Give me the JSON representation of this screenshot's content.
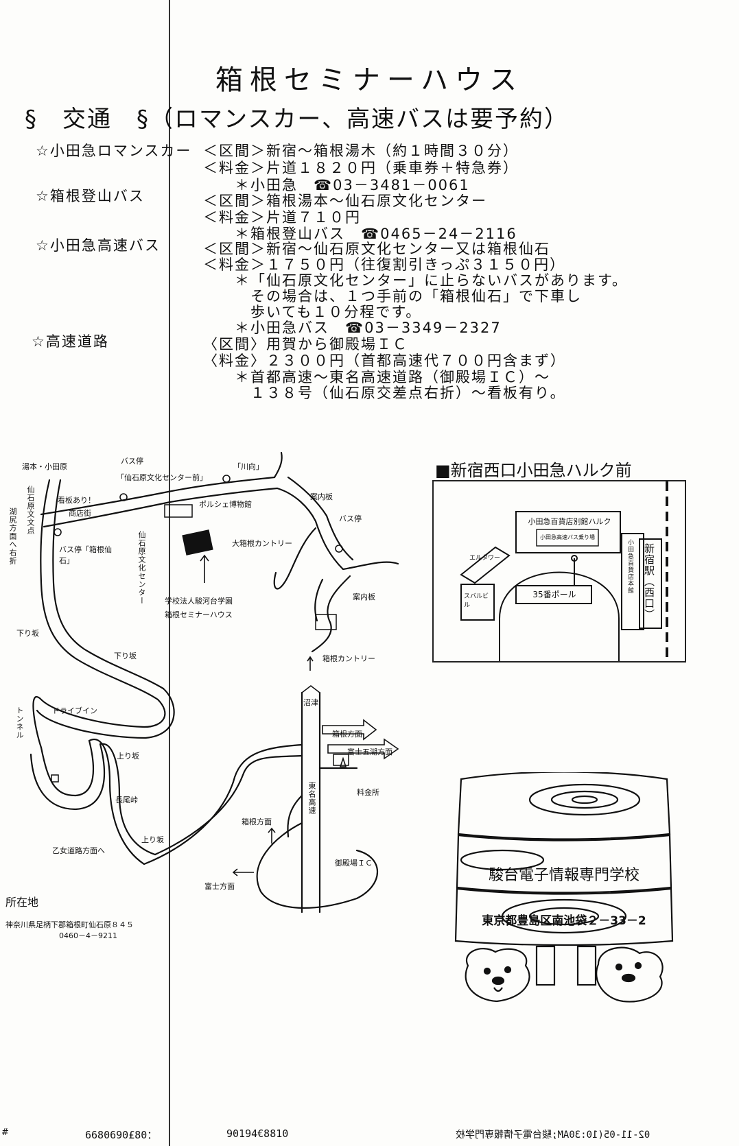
{
  "document": {
    "title": "箱根セミナーハウス",
    "heading": "§　交通　§（ロマンスカー、高速バスは要予約）"
  },
  "transport": [
    {
      "label": "☆小田急ロマンスカー",
      "lines": [
        "＜区間＞新宿～箱根湯木（約１時間３０分）",
        "＜料金＞片道１８２０円（乗車券＋特急券）",
        "　　＊小田急　☎03－3481－0061"
      ]
    },
    {
      "label": "☆箱根登山バス",
      "lines": [
        "＜区間＞箱根湯本～仙石原文化センター",
        "＜料金＞片道７１０円",
        "　　＊箱根登山バス　☎0465－24－2116"
      ]
    },
    {
      "label": "☆小田急高速バス",
      "lines": [
        "＜区間＞新宿～仙石原文化センター又は箱根仙石",
        "＜料金＞１７５０円（往復割引きっぷ３１５０円）",
        "　　＊「仙石原文化センター」に止らないバスがあります。",
        "　　　その場合は、１つ手前の「箱根仙石」で下車し",
        "　　　歩いても１０分程です。",
        "　　＊小田急バス　☎03－3349－2327"
      ]
    },
    {
      "label": "☆高速道路",
      "lines": [
        "〈区間〉用賀から御殿場ＩＣ",
        "〈料金〉２３００円（首都高速代７００円含まず）",
        "　　＊首都高速～東名高速道路（御殿場ＩＣ）～",
        "　　　１３８号（仙石原交差点右折）～看板有り。"
      ]
    }
  ],
  "map": {
    "labels": {
      "yumoto": "湯本・小田原",
      "busstop1": "バス停",
      "center_sign": "「仙石原文化センター前」",
      "kawamuki": "「川向」",
      "sign_store": "看板あり！",
      "store": "商店街",
      "annai1": "案内板",
      "porsche": "ポルシェ博物館",
      "busstop2": "バス停",
      "oohakone": "大箱根カントリー",
      "busstop_name": "バス停「箱根仙石」",
      "annai2": "案内板",
      "school_name": "学校法人駿河台学園",
      "seminar_house": "箱根セミナーハウス",
      "hakone_country": "箱根カントリー",
      "kudari1": "下り坂",
      "kudari2": "下り坂",
      "drivein": "ドライブイン",
      "nobori": "上り坂",
      "nagaoka": "長尾峠",
      "nobori2": "上り坂",
      "otome": "乙女道路方面へ",
      "tomei_north": "沼津",
      "hakone_dir": "箱根方面",
      "fuji_dir": "富士五湖方面",
      "tollgate": "料金所",
      "hakone_dir2": "箱根方面",
      "gotemba_ic": "御殿場ＩＣ",
      "fuji_dir2": "富士方面"
    },
    "vertical": {
      "kojiri": "湖尻方面へ右折",
      "sengokuhara_v": "仙石原文文点",
      "center_v": "仙石原文化センター",
      "tunnel": "トンネル",
      "tomei": "東名高速"
    }
  },
  "address": {
    "heading": "所在地",
    "line": "神奈川県足柄下郡箱根町仙石原８４５",
    "tel": "0460－4－9211"
  },
  "shinjuku": {
    "title": "■新宿西口小田急ハルク前",
    "halc": "小田急百貨店別館ハルク",
    "halc_sub": "小田急高速バス乗り場",
    "pole": "35番ポール",
    "elf": "エルタワー",
    "subaru": "スバルビル",
    "odakyu_v": "小田急百貨店本館",
    "station_v": "新宿駅（西口）"
  },
  "school": {
    "name": "駿台電子情報専門学校",
    "address": "東京都豊島区南池袋２－33－2"
  },
  "fax": {
    "left": "#",
    "t1": "6680690£80：",
    "t2": "90194€8810",
    "t3": "02-11-05(10:30AM;駿台電子情報専門学校"
  }
}
